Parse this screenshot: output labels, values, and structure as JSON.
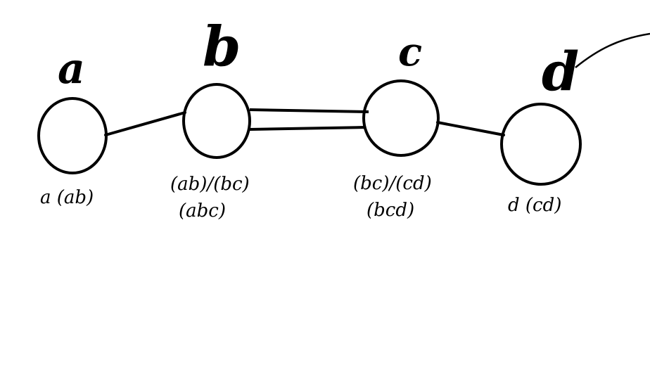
{
  "diagram": {
    "nodes": [
      {
        "id": "a",
        "letter": "a",
        "sublabels": [
          "a (ab)"
        ]
      },
      {
        "id": "b",
        "letter": "b",
        "sublabels": [
          "(ab)/(bc)",
          "(abc)"
        ]
      },
      {
        "id": "c",
        "letter": "c",
        "sublabels": [
          "(bc)/(cd)",
          "(bcd)"
        ]
      },
      {
        "id": "d",
        "letter": "d",
        "sublabels": [
          "d (cd)"
        ]
      }
    ],
    "edges": [
      {
        "from": "a",
        "to": "b",
        "style": "single"
      },
      {
        "from": "b",
        "to": "c",
        "style": "double"
      },
      {
        "from": "c",
        "to": "d",
        "style": "single"
      }
    ]
  }
}
